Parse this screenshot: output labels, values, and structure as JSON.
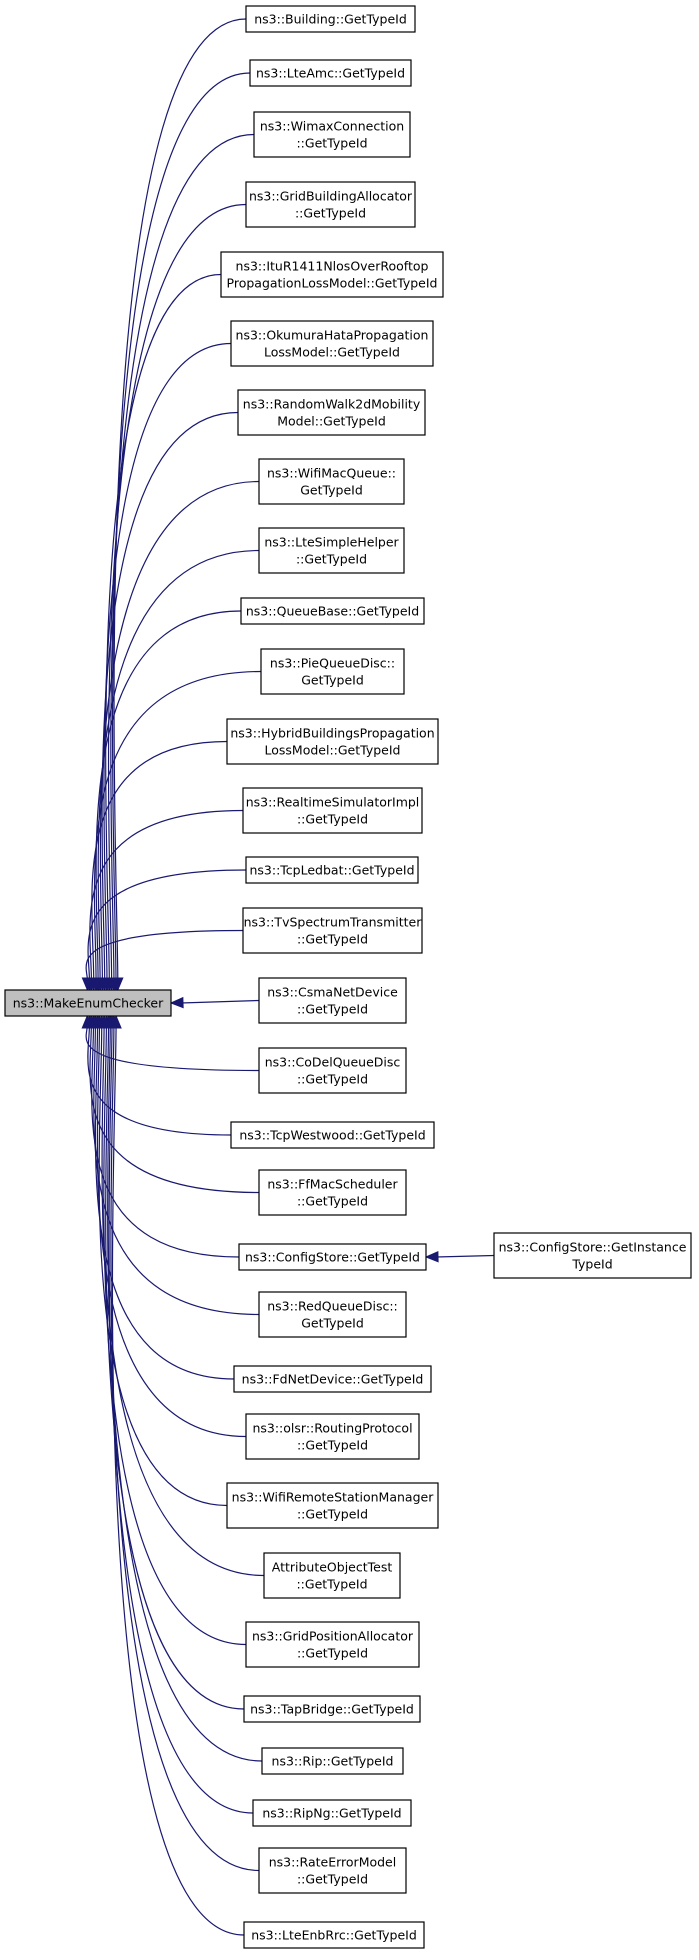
{
  "diagram": {
    "root": {
      "id": "root",
      "label": "ns3::MakeEnumChecker"
    },
    "nodes": [
      {
        "id": "n1",
        "label": "ns3::Building::GetTypeId"
      },
      {
        "id": "n2",
        "label": "ns3::LteAmc::GetTypeId"
      },
      {
        "id": "n3",
        "label": "ns3::WimaxConnection\n::GetTypeId"
      },
      {
        "id": "n4",
        "label": "ns3::GridBuildingAllocator\n::GetTypeId"
      },
      {
        "id": "n5",
        "label": "ns3::ItuR1411NlosOverRooftop\nPropagationLossModel::GetTypeId"
      },
      {
        "id": "n6",
        "label": "ns3::OkumuraHataPropagation\nLossModel::GetTypeId"
      },
      {
        "id": "n7",
        "label": "ns3::RandomWalk2dMobility\nModel::GetTypeId"
      },
      {
        "id": "n8",
        "label": "ns3::WifiMacQueue::\nGetTypeId"
      },
      {
        "id": "n9",
        "label": "ns3::LteSimpleHelper\n::GetTypeId"
      },
      {
        "id": "n10",
        "label": "ns3::QueueBase::GetTypeId"
      },
      {
        "id": "n11",
        "label": "ns3::PieQueueDisc::\nGetTypeId"
      },
      {
        "id": "n12",
        "label": "ns3::HybridBuildingsPropagation\nLossModel::GetTypeId"
      },
      {
        "id": "n13",
        "label": "ns3::RealtimeSimulatorImpl\n::GetTypeId"
      },
      {
        "id": "n14",
        "label": "ns3::TcpLedbat::GetTypeId"
      },
      {
        "id": "n15",
        "label": "ns3::TvSpectrumTransmitter\n::GetTypeId"
      },
      {
        "id": "n16",
        "label": "ns3::CsmaNetDevice\n::GetTypeId"
      },
      {
        "id": "n17",
        "label": "ns3::CoDelQueueDisc\n::GetTypeId"
      },
      {
        "id": "n18",
        "label": "ns3::TcpWestwood::GetTypeId"
      },
      {
        "id": "n19",
        "label": "ns3::FfMacScheduler\n::GetTypeId"
      },
      {
        "id": "n20",
        "label": "ns3::ConfigStore::GetTypeId"
      },
      {
        "id": "n21",
        "label": "ns3::RedQueueDisc::\nGetTypeId"
      },
      {
        "id": "n22",
        "label": "ns3::FdNetDevice::GetTypeId"
      },
      {
        "id": "n23",
        "label": "ns3::olsr::RoutingProtocol\n::GetTypeId"
      },
      {
        "id": "n24",
        "label": "ns3::WifiRemoteStationManager\n::GetTypeId"
      },
      {
        "id": "n25",
        "label": "AttributeObjectTest\n::GetTypeId"
      },
      {
        "id": "n26",
        "label": "ns3::GridPositionAllocator\n::GetTypeId"
      },
      {
        "id": "n27",
        "label": "ns3::TapBridge::GetTypeId"
      },
      {
        "id": "n28",
        "label": "ns3::Rip::GetTypeId"
      },
      {
        "id": "n29",
        "label": "ns3::RipNg::GetTypeId"
      },
      {
        "id": "n30",
        "label": "ns3::RateErrorModel\n::GetTypeId"
      },
      {
        "id": "n31",
        "label": "ns3::LteEnbRrc::GetTypeId"
      },
      {
        "id": "n32",
        "label": "ns3::ConfigStore::GetInstance\nTypeId"
      }
    ],
    "edges": [
      {
        "from": "n1",
        "to": "root"
      },
      {
        "from": "n2",
        "to": "root"
      },
      {
        "from": "n3",
        "to": "root"
      },
      {
        "from": "n4",
        "to": "root"
      },
      {
        "from": "n5",
        "to": "root"
      },
      {
        "from": "n6",
        "to": "root"
      },
      {
        "from": "n7",
        "to": "root"
      },
      {
        "from": "n8",
        "to": "root"
      },
      {
        "from": "n9",
        "to": "root"
      },
      {
        "from": "n10",
        "to": "root"
      },
      {
        "from": "n11",
        "to": "root"
      },
      {
        "from": "n12",
        "to": "root"
      },
      {
        "from": "n13",
        "to": "root"
      },
      {
        "from": "n14",
        "to": "root"
      },
      {
        "from": "n15",
        "to": "root"
      },
      {
        "from": "n16",
        "to": "root"
      },
      {
        "from": "n17",
        "to": "root"
      },
      {
        "from": "n18",
        "to": "root"
      },
      {
        "from": "n19",
        "to": "root"
      },
      {
        "from": "n20",
        "to": "root"
      },
      {
        "from": "n21",
        "to": "root"
      },
      {
        "from": "n22",
        "to": "root"
      },
      {
        "from": "n23",
        "to": "root"
      },
      {
        "from": "n24",
        "to": "root"
      },
      {
        "from": "n25",
        "to": "root"
      },
      {
        "from": "n26",
        "to": "root"
      },
      {
        "from": "n27",
        "to": "root"
      },
      {
        "from": "n28",
        "to": "root"
      },
      {
        "from": "n29",
        "to": "root"
      },
      {
        "from": "n30",
        "to": "root"
      },
      {
        "from": "n31",
        "to": "root"
      },
      {
        "from": "n32",
        "to": "n20"
      }
    ],
    "colors": {
      "edge": "#191970",
      "root_fill": "#bfbfbf",
      "node_fill": "#ffffff",
      "border": "#000000"
    }
  }
}
